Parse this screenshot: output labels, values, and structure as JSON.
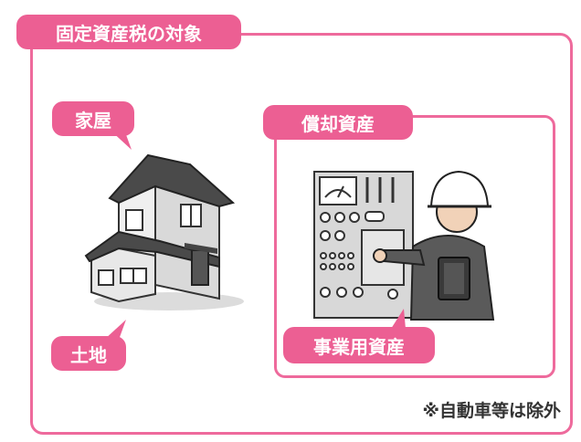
{
  "title": "固定資産税の対象",
  "labels": {
    "house": "家屋",
    "land": "土地",
    "depreciable": "償却資産",
    "business": "事業用資産"
  },
  "note": "※自動車等は除外",
  "colors": {
    "accent": "#ec5f93",
    "frame": "#ee6a9c"
  },
  "icons": [
    "house-illustration",
    "worker-control-panel-illustration"
  ]
}
